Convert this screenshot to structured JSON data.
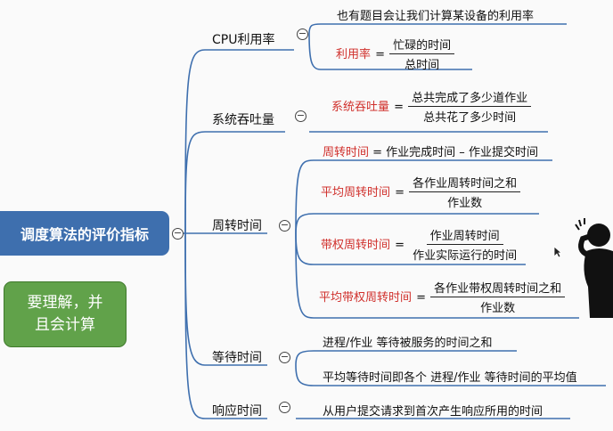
{
  "root": {
    "label": "调度算法的评价指标"
  },
  "tip": {
    "line1": "要理解，并",
    "line2": "且会计算"
  },
  "branches": {
    "cpu": {
      "label": "CPU利用率",
      "note": "也有题目会让我们计算某设备的利用率",
      "formula": {
        "name": "利用率",
        "eq": "=",
        "num": "忙碌的时间",
        "den": "总时间"
      }
    },
    "throughput": {
      "label": "系统吞吐量",
      "formula": {
        "name": "系统吞吐量",
        "eq": "=",
        "num": "总共完成了多少道作业",
        "den": "总共花了多少时间"
      }
    },
    "turnaround": {
      "label": "周转时间",
      "f1": {
        "name": "周转时间",
        "rest": " = 作业完成时间 – 作业提交时间"
      },
      "f2": {
        "name": "平均周转时间",
        "eq": "=",
        "num": "各作业周转时间之和",
        "den": "作业数"
      },
      "f3": {
        "name": "带权周转时间",
        "eq": "=",
        "num": "作业周转时间",
        "den": "作业实际运行的时间"
      },
      "f4": {
        "name": "平均带权周转时间",
        "eq": "=",
        "num": "各作业带权周转时间之和",
        "den": "作业数"
      }
    },
    "waiting": {
      "label": "等待时间",
      "item1": "进程/作业 等待被服务的时间之和",
      "item2": "平均等待时间即各个 进程/作业 等待时间的平均值"
    },
    "response": {
      "label": "响应时间",
      "item1": "从用户提交请求到首次产生响应所用的时间"
    }
  },
  "collapse_symbol": "−",
  "colors": {
    "accent": "#3e6fae",
    "red": "#d0302c",
    "green": "#61a24a"
  }
}
